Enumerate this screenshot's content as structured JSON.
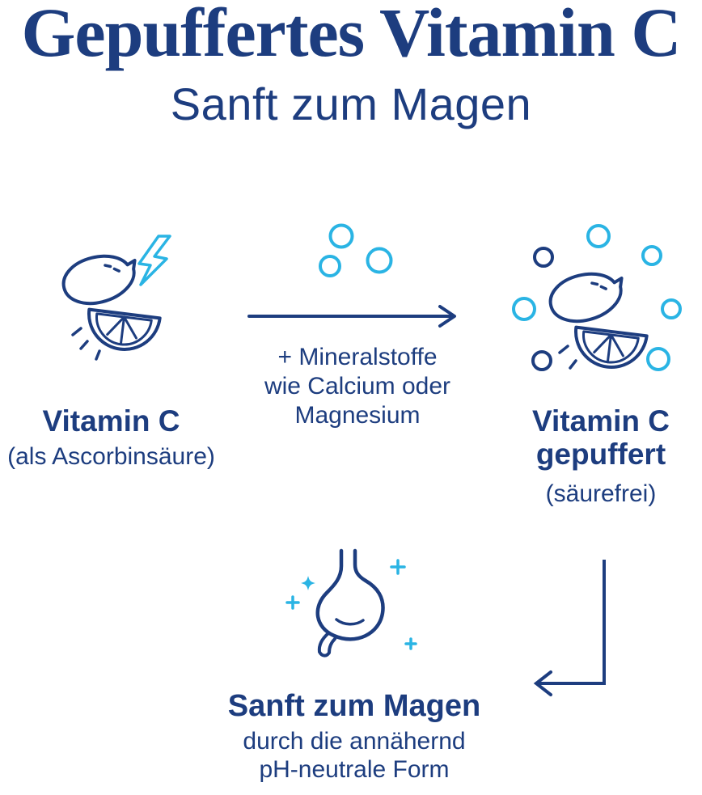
{
  "colors": {
    "navy": "#1d3d7f",
    "cyan": "#2ab4e4"
  },
  "header": {
    "title": "Gepuffertes Vitamin C",
    "subtitle": "Sanft zum Magen"
  },
  "diagram": {
    "left": {
      "label": "Vitamin C",
      "sublabel": "(als Ascorbinsäure)",
      "icon": "lemon-lightning-icon"
    },
    "middle": {
      "lines": [
        "+ Mineralstoffe",
        "wie Calcium oder",
        "Magnesium"
      ],
      "icon": "mineral-bubbles-icon"
    },
    "right": {
      "label": "Vitamin C",
      "label2": "gepuffert",
      "sublabel": "(säurefrei)",
      "icon": "lemon-buffered-icon"
    },
    "bottom": {
      "label": "Sanft zum Magen",
      "lines": [
        "durch die annähernd",
        "pH-neutrale Form"
      ],
      "icon": "stomach-icon"
    }
  }
}
